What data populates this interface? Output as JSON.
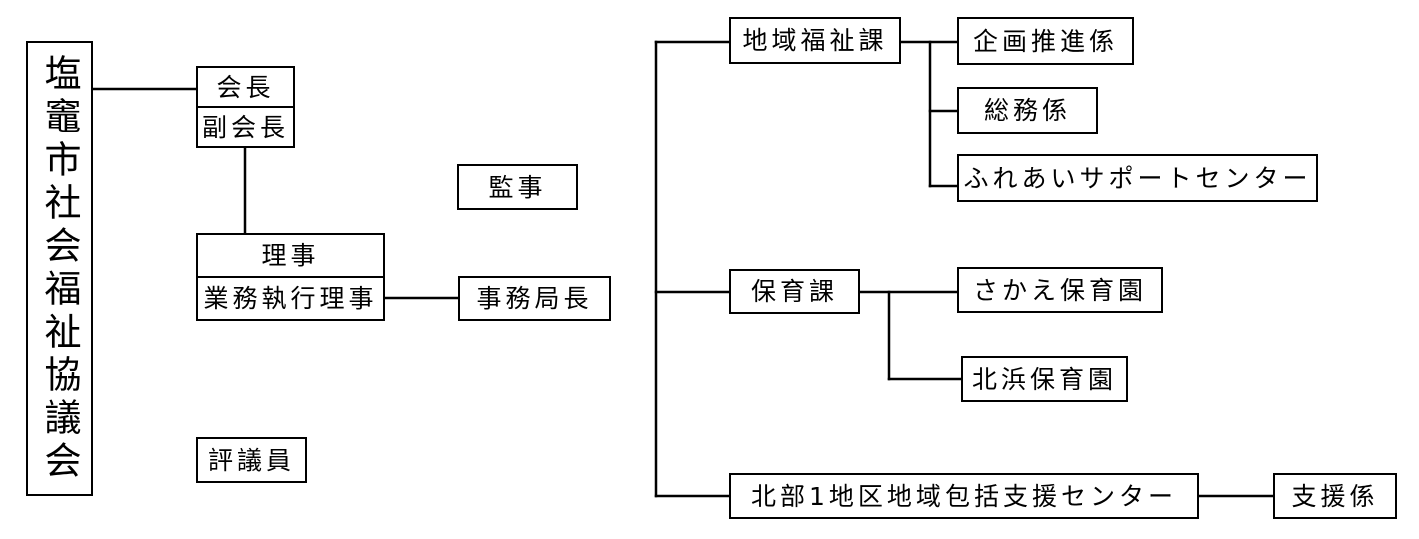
{
  "organization": "塩竈市社会福祉協議会",
  "executives": {
    "top": [
      "会長",
      "副会長"
    ],
    "board": [
      "理事",
      "業務執行理事"
    ]
  },
  "auditor": "監事",
  "councilors": "評議員",
  "secretary_general": "事務局長",
  "divisions": [
    {
      "name": "地域福祉課",
      "units": [
        "企画推進係",
        "総務係",
        "ふれあいサポートセンター"
      ]
    },
    {
      "name": "保育課",
      "units": [
        "さかえ保育園",
        "北浜保育園"
      ]
    },
    {
      "name": "北部1地区地域包括支援センター",
      "units": [
        "支援係"
      ]
    }
  ]
}
